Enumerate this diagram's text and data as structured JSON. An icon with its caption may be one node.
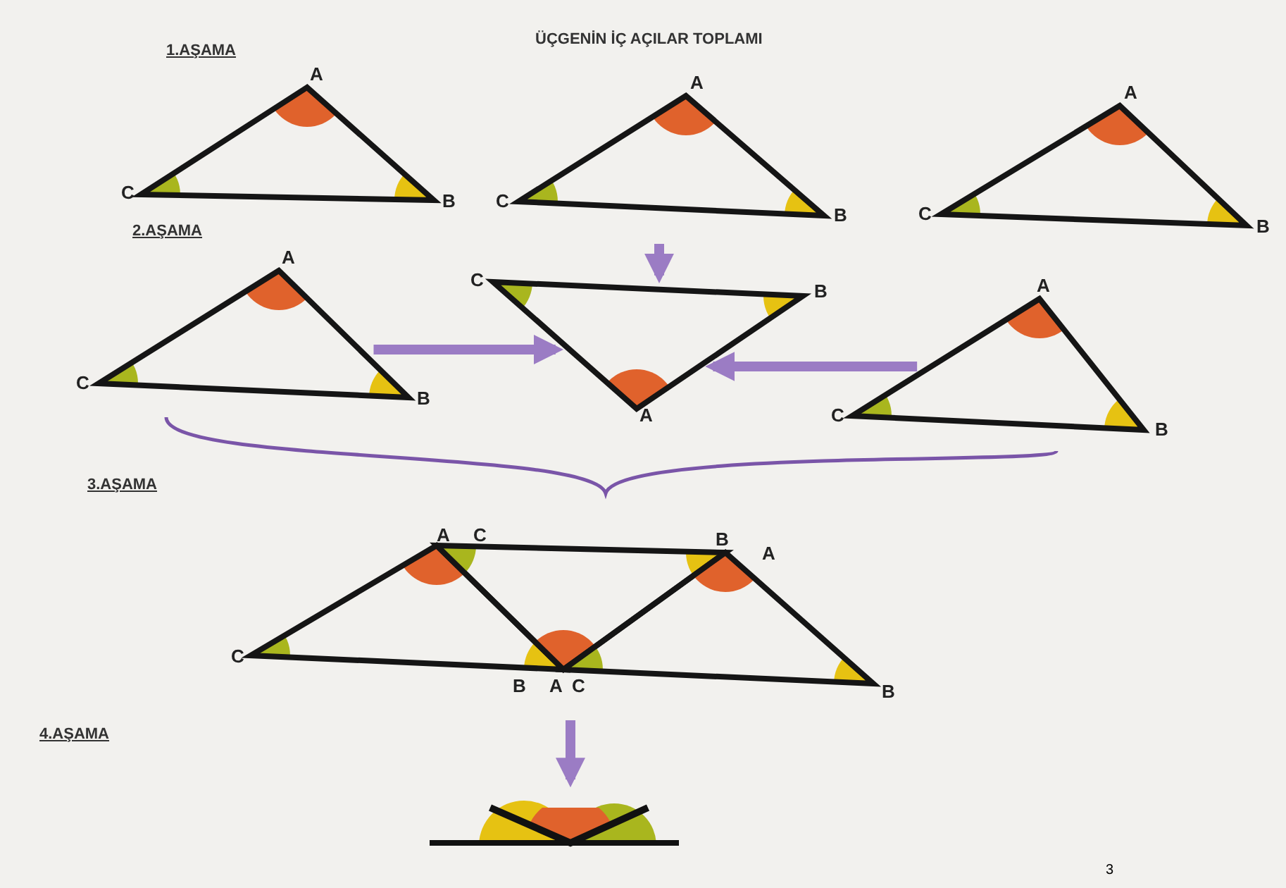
{
  "diagram": {
    "title": "ÜÇGENİN İÇ AÇILAR TOPLAMI",
    "nodes": [
      {
        "text": [
          "A",
          "C",
          "B"
        ]
      },
      {
        "text": [
          "A",
          "C",
          "B"
        ]
      },
      {
        "text": [
          "A",
          "C",
          "B"
        ]
      },
      {
        "text": [
          "A",
          "C",
          "B"
        ]
      },
      {
        "text": [
          "C",
          "B",
          "A"
        ]
      },
      {
        "text": [
          "A",
          "C",
          "B"
        ]
      },
      {
        "text": [
          "A",
          "C",
          "B",
          "A",
          "C",
          "B",
          "A",
          "C",
          "B"
        ]
      },
      {
        "text": [],
        "shape": "picture"
      }
    ],
    "edges": [
      {
        "from": 1,
        "to": 4,
        "arrow": "to"
      },
      {
        "from": 3,
        "to": 4,
        "arrow": "to"
      },
      {
        "from": 5,
        "to": 4,
        "arrow": "to"
      },
      {
        "from": 6,
        "to": 7,
        "arrow": "to"
      }
    ],
    "labels": [
      "1.AŞAMA",
      "2.AŞAMA",
      "3.AŞAMA",
      "4.AŞAMA",
      "3"
    ]
  }
}
